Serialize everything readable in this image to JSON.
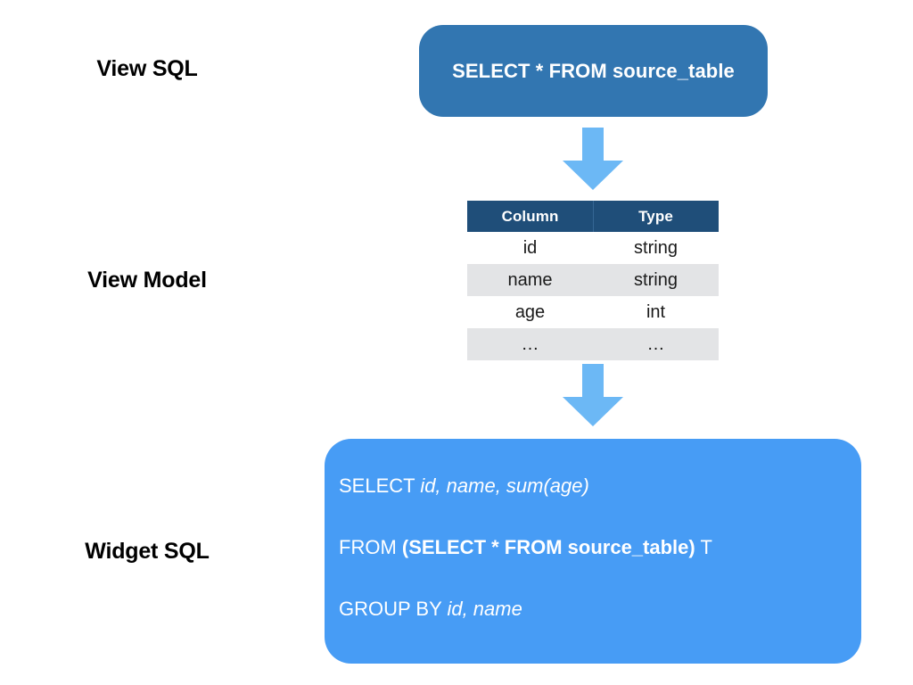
{
  "labels": {
    "view_sql": "View SQL",
    "view_model": "View Model",
    "widget_sql": "Widget SQL"
  },
  "view_sql": {
    "query": "SELECT * FROM source_table"
  },
  "view_model": {
    "headers": [
      "Column",
      "Type"
    ],
    "rows": [
      {
        "column": "id",
        "type": "string"
      },
      {
        "column": "name",
        "type": "string"
      },
      {
        "column": "age",
        "type": "int"
      },
      {
        "column": "…",
        "type": "…"
      }
    ]
  },
  "widget_sql": {
    "lines": [
      {
        "plain1": "SELECT ",
        "italic": "id, name, sum(age)",
        "plain2": ""
      },
      {
        "plain1": "FROM ",
        "bold": "(SELECT * FROM source_table)",
        "plain2": " T"
      },
      {
        "plain1": "GROUP BY ",
        "italic": "id, name",
        "plain2": ""
      }
    ],
    "line1_plain": "SELECT ",
    "line1_italic": "id, name, sum(age)",
    "line2_plain": "FROM ",
    "line2_bold": "(SELECT * FROM source_table)",
    "line2_tail": " T",
    "line3_plain": "GROUP BY ",
    "line3_italic": "id, name"
  },
  "colors": {
    "view_sql_box": "#3276B1",
    "table_header": "#1F4E79",
    "table_stripe": "#E3E4E6",
    "arrow": "#6CB8F5",
    "widget_sql_box": "#479CF5",
    "background": "#FFFFFF",
    "label_text": "#000000"
  },
  "icons": {
    "arrow_1": "arrow-down-icon",
    "arrow_2": "arrow-down-icon"
  }
}
